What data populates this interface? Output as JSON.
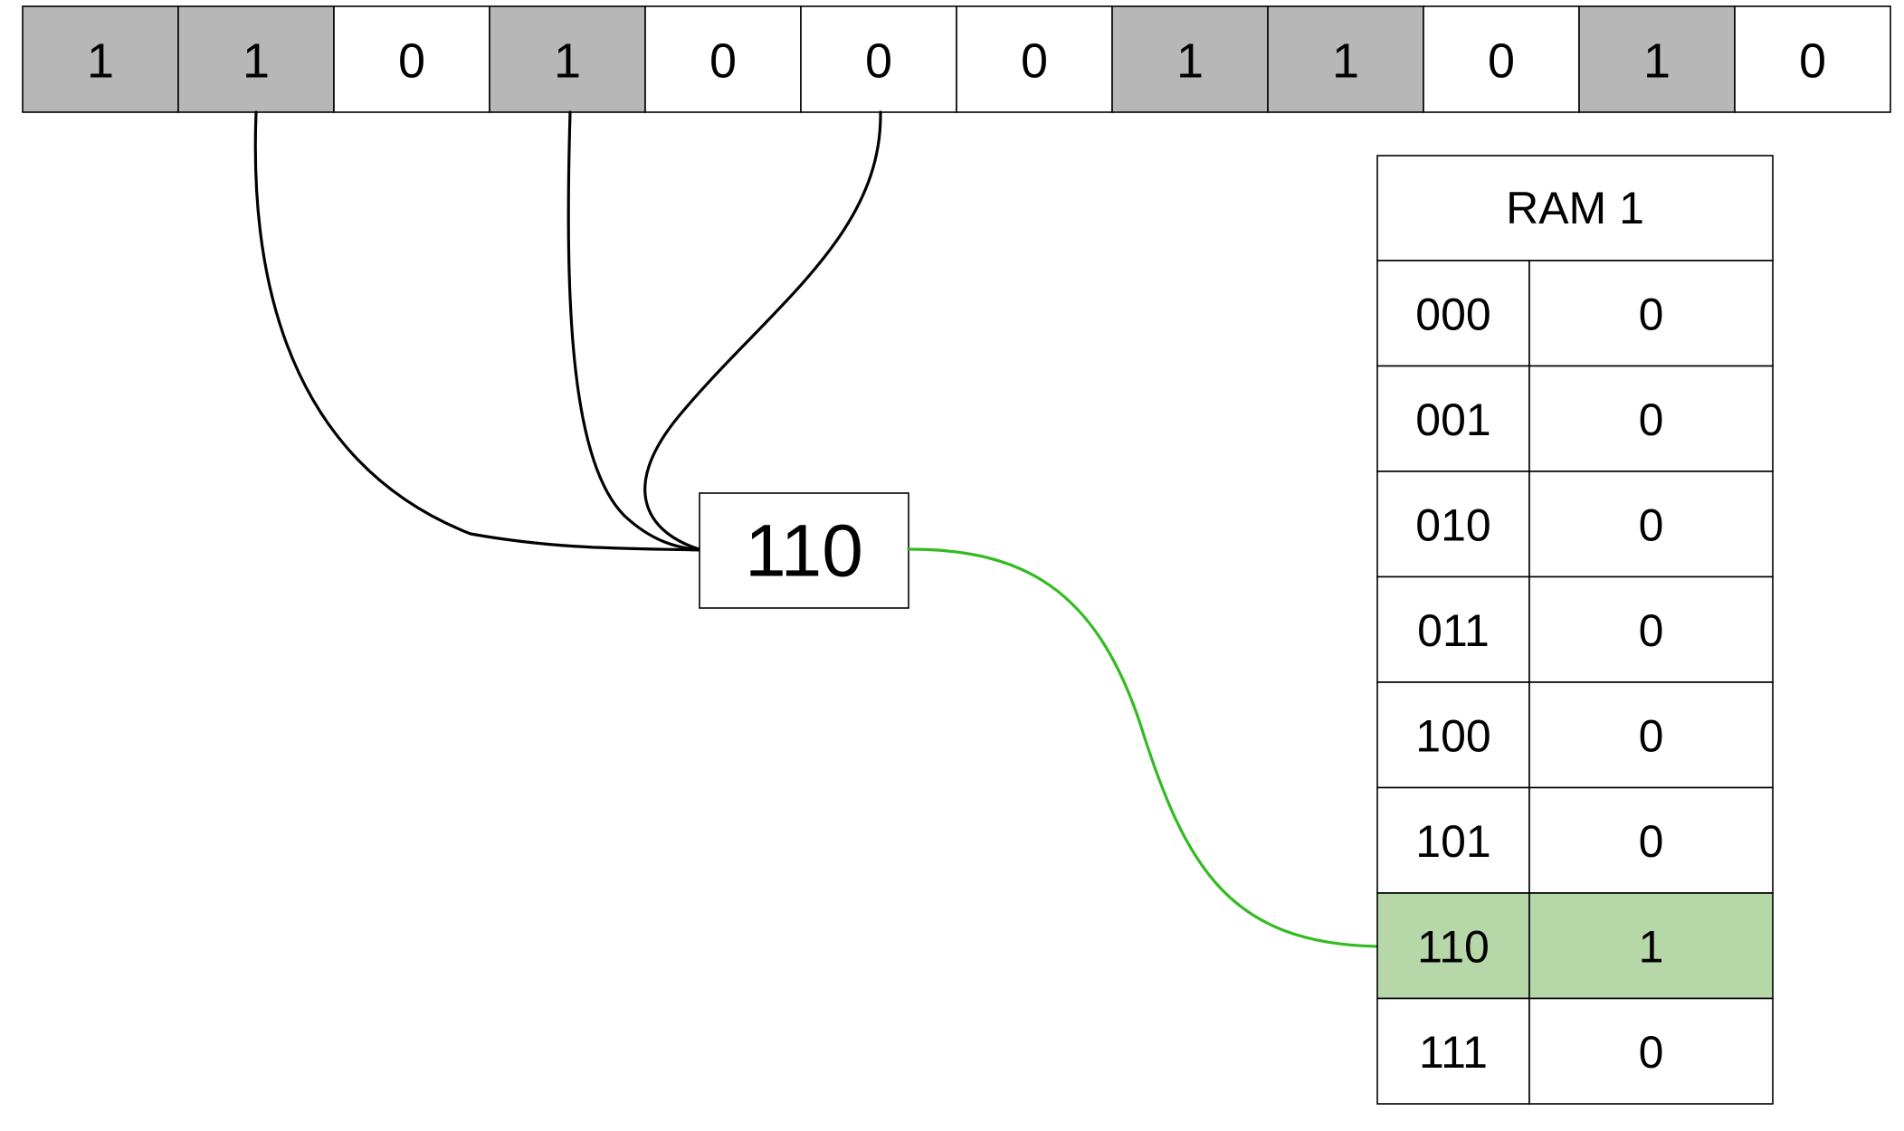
{
  "bit_register": {
    "bits": [
      "1",
      "1",
      "0",
      "1",
      "0",
      "0",
      "0",
      "1",
      "1",
      "0",
      "1",
      "0"
    ],
    "selected_bit_indices": [
      1,
      3,
      5
    ]
  },
  "address_box": {
    "value": "110"
  },
  "ram": {
    "title": "RAM 1",
    "rows": [
      {
        "address": "000",
        "value": "0"
      },
      {
        "address": "001",
        "value": "0"
      },
      {
        "address": "010",
        "value": "0"
      },
      {
        "address": "011",
        "value": "0"
      },
      {
        "address": "100",
        "value": "0"
      },
      {
        "address": "101",
        "value": "0"
      },
      {
        "address": "110",
        "value": "1"
      },
      {
        "address": "111",
        "value": "0"
      }
    ],
    "highlighted_row_index": 6
  },
  "colors": {
    "bit_one_fill": "#b7b7b7",
    "bit_zero_fill": "#ffffff",
    "highlight_fill": "#b6d7a8",
    "active_wire": "#33bb22",
    "wire": "#000000"
  }
}
